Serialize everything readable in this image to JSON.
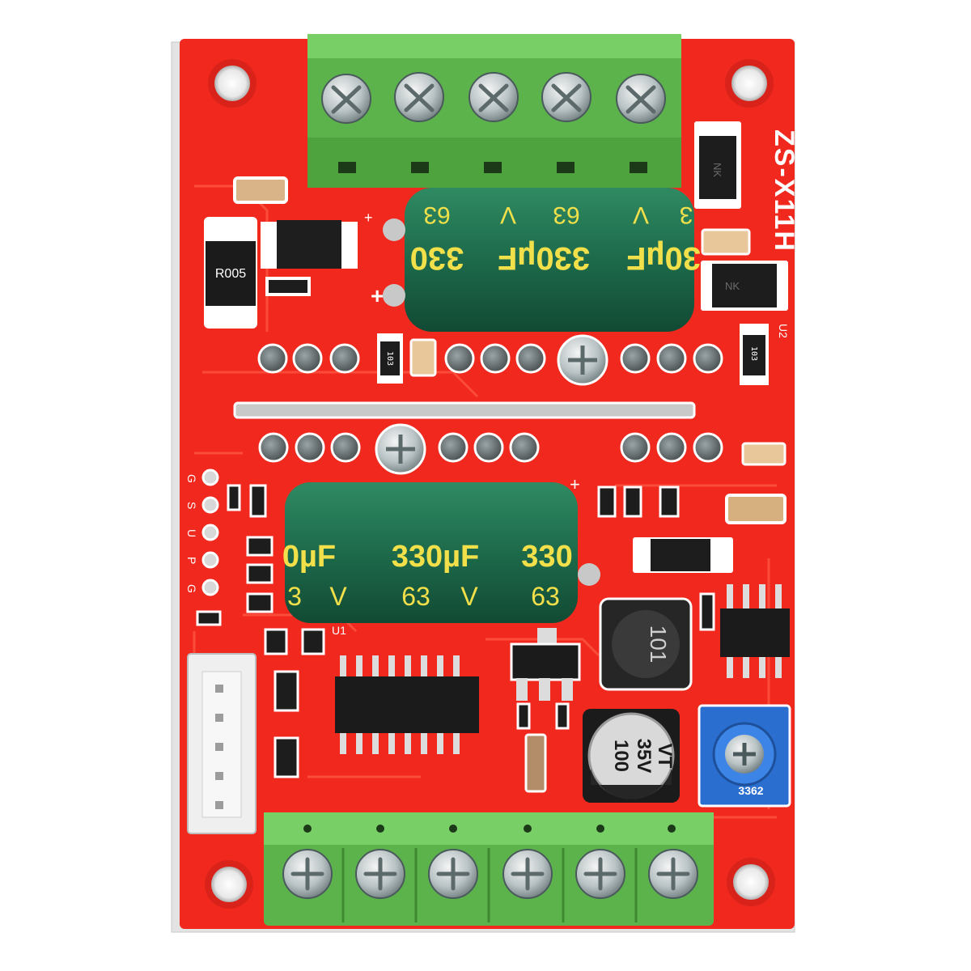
{
  "board": {
    "silkscreen_model": "ZS-X11H",
    "pin_labels": [
      "G",
      "S",
      "U",
      "P",
      "G"
    ],
    "ref_u2": "U2",
    "ref_u1": "U1",
    "cap_plus": "+"
  },
  "components": {
    "shunt_resistor": "R005",
    "resistor_left": "103",
    "resistor_right": "103",
    "diode_top": "NK",
    "diode_mid": "NK",
    "inductor": "101",
    "cap_top": {
      "value": "330µF",
      "voltage": "63",
      "unit": "V",
      "partial_left": "330",
      "partial_right": "30µF",
      "partial_top_left": "63",
      "partial_top_right": "3"
    },
    "cap_bottom": {
      "value": "330µF",
      "voltage": "63",
      "unit": "V",
      "partial_left": "0µF",
      "partial_right": "330",
      "partial_bottom_left": "3",
      "partial_bottom_right": "63"
    },
    "small_cap": {
      "value": "100",
      "voltage": "35V",
      "series": "VT"
    },
    "potentiometer": "3362"
  },
  "colors": {
    "pcb_red": "#f0281e",
    "terminal_green": "#6cc35a",
    "cap_green": "#1f6b4c",
    "cap_text": "#f2e04a",
    "pot_blue": "#2a6fd0"
  }
}
